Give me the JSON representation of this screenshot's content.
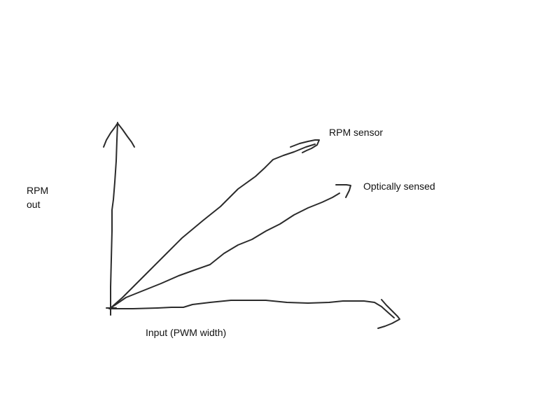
{
  "axes": {
    "y_label_line1": "RPM",
    "y_label_line2": "out",
    "x_label": "Input (PWM width)"
  },
  "series": [
    {
      "name": "RPM sensor"
    },
    {
      "name": "Optically sensed"
    }
  ],
  "style": {
    "stroke_color": "#2b2b2b",
    "background": "#ffffff"
  }
}
